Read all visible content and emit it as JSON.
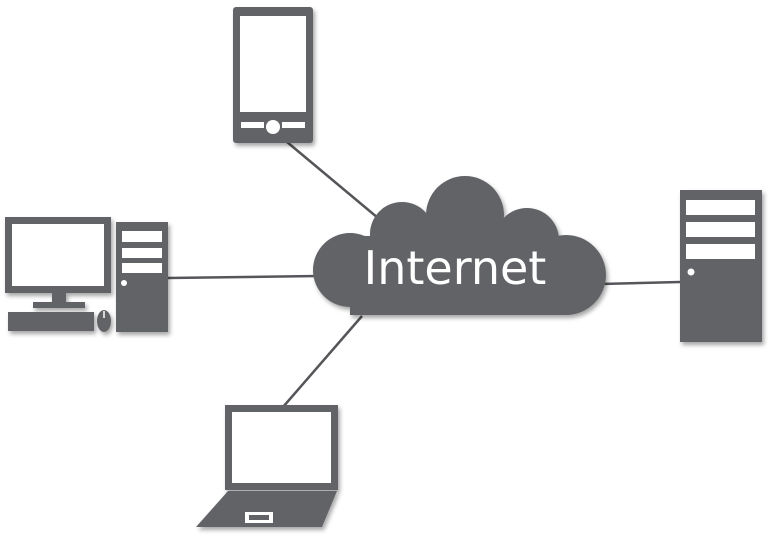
{
  "cloud": {
    "label": "Internet"
  },
  "nodes": [
    {
      "name": "smartphone",
      "icon": "smartphone-icon"
    },
    {
      "name": "desktop-computer",
      "icon": "desktop-computer-icon"
    },
    {
      "name": "server",
      "icon": "server-icon"
    },
    {
      "name": "laptop",
      "icon": "laptop-icon"
    }
  ],
  "colors": {
    "device": "#626366",
    "device_shadow": "#3f4043",
    "screen": "#ffffff",
    "link": "#555659",
    "cloud": "#626366",
    "cloud_text": "#ffffff"
  }
}
